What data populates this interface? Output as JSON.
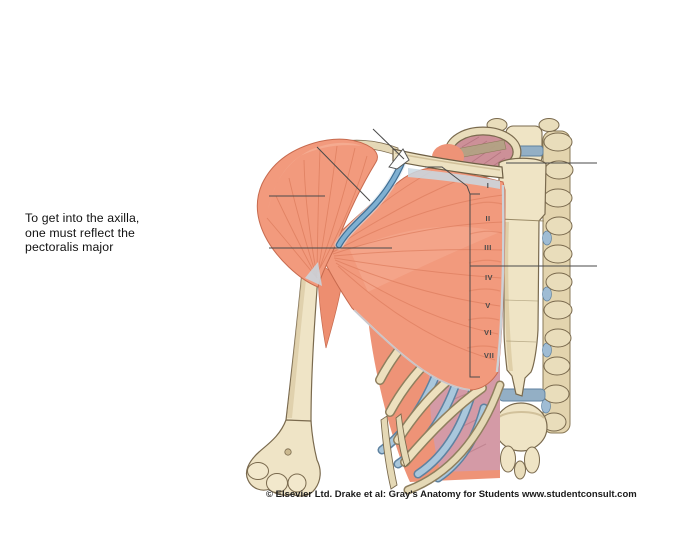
{
  "note": {
    "lines": [
      "To get into the axilla,",
      "one must reflect the",
      "pectoralis major"
    ]
  },
  "credit_line": "© Elsevier Ltd. Drake et al: Gray's Anatomy for Students www.studentconsult.com",
  "figure": {
    "description": "Anterior view of pectoral region with pectoralis major, deltoid, cephalic vein, clavicle, sternum, ribs and vertebral column; unlabeled leader lines for quiz",
    "rib_numerals": [
      "I",
      "II",
      "III",
      "IV",
      "V",
      "VI",
      "VII"
    ],
    "palette": {
      "muscle": "#F29A7D",
      "muscle_shade": "#DE7E5F",
      "muscle_highlight": "#F7BCA4",
      "bone": "#EFE4C5",
      "bone_shade": "#D9C89E",
      "bone_outline": "#7A6A4E",
      "cartilage_blue": "#A9C7DC",
      "vein_blue": "#7FB0D2",
      "disc_blue": "#93AFC5",
      "pleura_pink": "#CD9098",
      "deep_pink": "#D49AA6",
      "leader_line": "#4A4A4A",
      "background": "#FFFFFF"
    }
  }
}
